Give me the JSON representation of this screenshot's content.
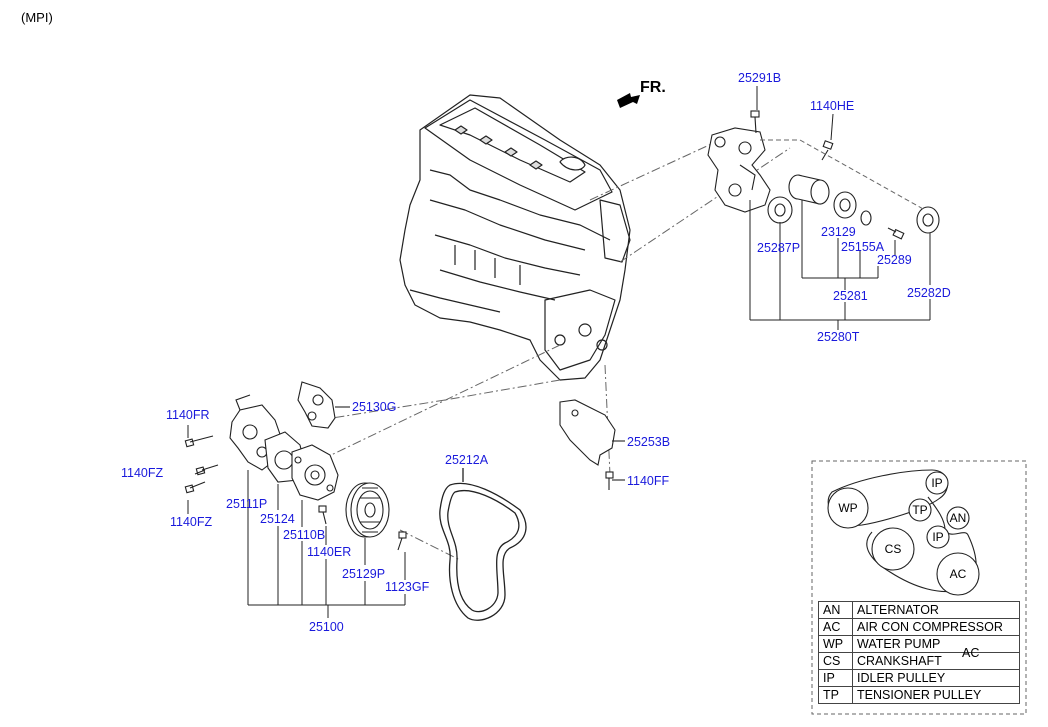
{
  "header": {
    "variant": "(MPI)",
    "front_marker": "FR."
  },
  "parts": {
    "p25291B": "25291B",
    "p1140HE": "1140HE",
    "p23129": "23129",
    "p25155A": "25155A",
    "p25287P": "25287P",
    "p25289": "25289",
    "p25281": "25281",
    "p25282D": "25282D",
    "p25280T": "25280T",
    "p25130G": "25130G",
    "p1140FR": "1140FR",
    "p1140FZ_a": "1140FZ",
    "p1140FZ_b": "1140FZ",
    "p25111P": "25111P",
    "p25124": "25124",
    "p25110B": "25110B",
    "p1140ER": "1140ER",
    "p25129P": "25129P",
    "p1123GF": "1123GF",
    "p25100": "25100",
    "p25212A": "25212A",
    "p25253B": "25253B",
    "p1140FF": "1140FF"
  },
  "belt_layout": {
    "pulleys": {
      "wp": "WP",
      "ip_top": "IP",
      "tp": "TP",
      "an": "AN",
      "ip_mid": "IP",
      "cs": "CS",
      "ac": "AC"
    },
    "legend": [
      {
        "code": "AN",
        "name": "ALTERNATOR"
      },
      {
        "code": "AC",
        "name": "AIR CON COMPRESSOR"
      },
      {
        "code": "WP",
        "name": "WATER PUMP"
      },
      {
        "code": "CS",
        "name": "CRANKSHAFT"
      },
      {
        "code": "IP",
        "name": "IDLER PULLEY"
      },
      {
        "code": "TP",
        "name": "TENSIONER PULLEY"
      }
    ],
    "stray_label": "AC"
  }
}
